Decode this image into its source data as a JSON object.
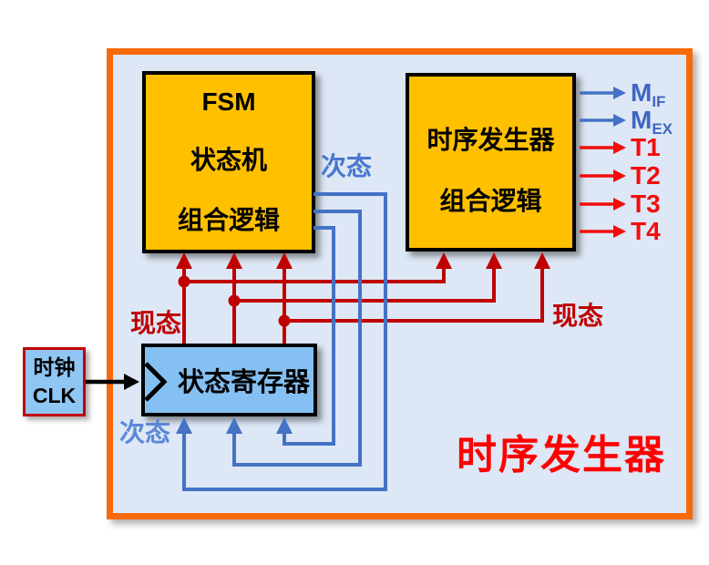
{
  "diagram": {
    "title_bottom_right": "时序发生器",
    "blocks": {
      "fsm": {
        "line1": "FSM",
        "line2": "状态机",
        "line3": "组合逻辑"
      },
      "timing": {
        "line1": "时序发生器",
        "line2": "组合逻辑"
      },
      "register": {
        "label": "状态寄存器"
      },
      "clock": {
        "line1": "时钟",
        "line2": "CLK"
      }
    },
    "wire_labels": {
      "next_state_top": "次态",
      "next_state_bottom": "次态",
      "current_state_left": "现态",
      "current_state_right": "现态"
    },
    "outputs": [
      {
        "base": "M",
        "sub": "IF"
      },
      {
        "base": "M",
        "sub": "EX"
      },
      {
        "base": "T1",
        "sub": ""
      },
      {
        "base": "T2",
        "sub": ""
      },
      {
        "base": "T3",
        "sub": ""
      },
      {
        "base": "T4",
        "sub": ""
      }
    ]
  },
  "theme": {
    "canvas_bg": "#ffffff",
    "panel_bg": "#dde7f5",
    "panel_border": "#f8690a",
    "block_yellow": "#ffc000",
    "block_border": "#000000",
    "register_bg": "#85c0f2",
    "clock_bg": "#8fc6f4",
    "clock_border": "#c00000",
    "wire_red": "#c00000",
    "wire_blue": "#4472c4",
    "label_red": "#c00000",
    "label_blue_top": "#4878ce",
    "label_blue_bottom": "#5b87d8",
    "out_blue": "#3f66c4",
    "out_red": "#f20d0d",
    "title_red": "#ff0000",
    "clock_wire": "#000000"
  }
}
